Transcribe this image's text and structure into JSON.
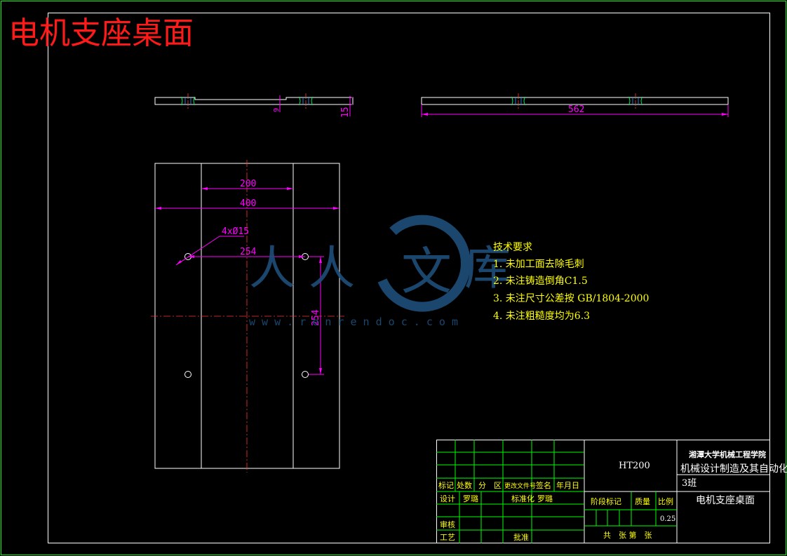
{
  "drawing_title": "电机支座桌面",
  "colors": {
    "background": "#000000",
    "border": "#00ff00",
    "outline": "#ffffff",
    "dimension": "#ff00ff",
    "centerline": "#ff0000",
    "text": "#ffff00",
    "title": "#ff1a1a",
    "watermark": "#1e4f7a"
  },
  "dimensions": {
    "front_height": "15",
    "side_length": "562",
    "inner_width": "200",
    "outer_width": "400",
    "holes": "4xØ15",
    "hole_span_h": "254",
    "hole_span_v": "254",
    "groove": "9"
  },
  "tech_requirements": {
    "heading": "技术要求",
    "items": [
      "1. 未加工面去除毛刺",
      "2. 未注铸造倒角C1.5",
      "3. 未注尺寸公差按 GB/1804-2000",
      "4. 未注粗糙度均为6.3"
    ]
  },
  "watermark": {
    "chars": [
      "人",
      "人",
      "文",
      "库"
    ],
    "url": "w w w . r e n r e n d o c . c o m"
  },
  "title_block": {
    "material": "HT200",
    "school": "湘潭大学机械工程学院",
    "major": "机械设计制造及其自动化",
    "class_name": "3班",
    "part_name": "电机支座桌面",
    "revision_headers": [
      "标记",
      "处数",
      "分　区",
      "更改文件号",
      "签名",
      "年月日"
    ],
    "designer_label": "设计",
    "designer": "罗璐",
    "standardizer_label": "标准化",
    "standardizer": "罗璐",
    "stage_label": "阶段标记",
    "weight_label": "质量",
    "scale_label": "比例",
    "scale": "0.25",
    "review_label": "审核",
    "process_label": "工艺",
    "approve_label": "批准",
    "sheet_label": "共　张 第　张"
  }
}
